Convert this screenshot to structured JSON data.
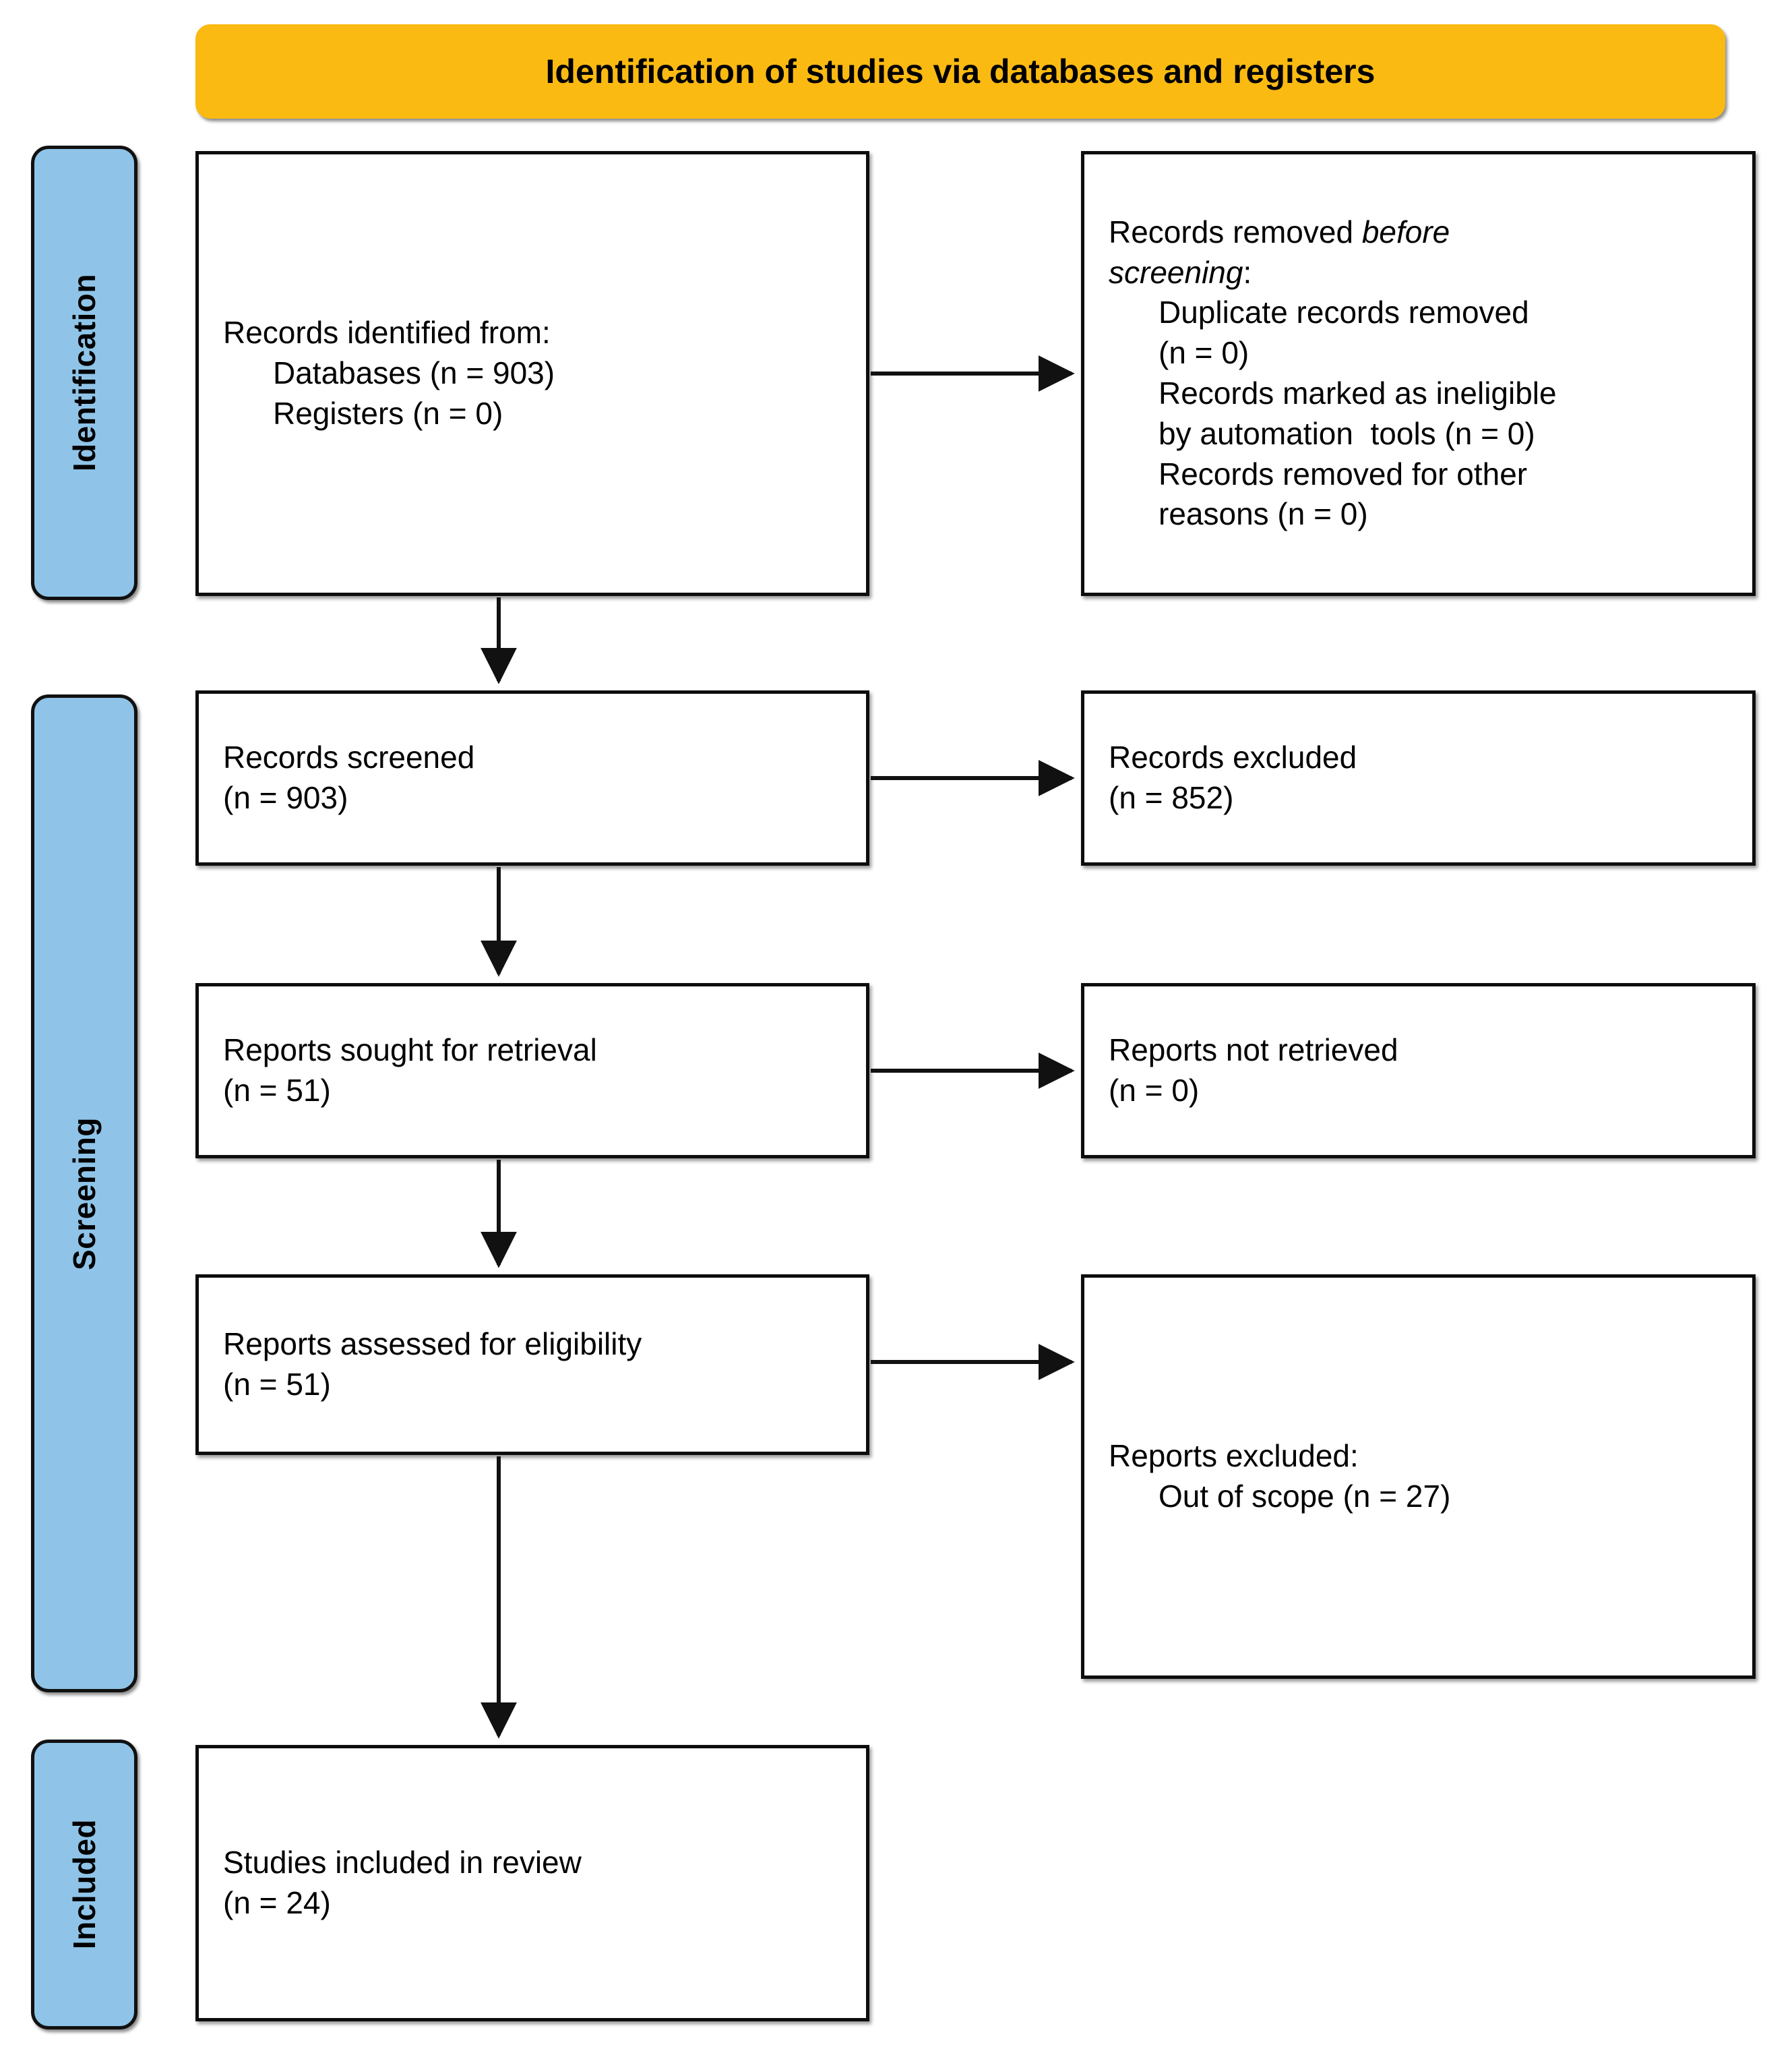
{
  "diagram": {
    "type": "prisma-flow-diagram",
    "title": "Identification of studies via databases and registers",
    "colors": {
      "banner": "#FBBA12",
      "stage_label": "#8FC4E8",
      "box_border": "#0D0D0D",
      "box_fill": "#FFFFFF",
      "text": "#000000"
    },
    "stages": [
      {
        "id": "identification",
        "label": "Identification"
      },
      {
        "id": "screening",
        "label": "Screening"
      },
      {
        "id": "included",
        "label": "Included"
      }
    ],
    "boxes": {
      "identified": {
        "lines": [
          "Records identified from:",
          "Databases (n = 903)",
          "Registers (n = 0)"
        ]
      },
      "removed": {
        "line1_prefix": "Records removed ",
        "line1_italic": "before",
        "line2_italic": "screening",
        "line2_suffix": ":",
        "lines": [
          "Duplicate records removed",
          "(n = 0)",
          "Records marked as ineligible",
          "by automation  tools (n = 0)",
          "Records removed for other",
          "reasons (n = 0)"
        ]
      },
      "screened": {
        "lines": [
          "Records screened",
          "(n = 903)"
        ]
      },
      "excluded": {
        "lines": [
          "Records excluded",
          "(n = 852)"
        ]
      },
      "sought": {
        "lines": [
          "Reports sought for retrieval",
          "(n = 51)"
        ]
      },
      "not_retrieved": {
        "lines": [
          "Reports not retrieved",
          "(n = 0)"
        ]
      },
      "assessed": {
        "lines": [
          "Reports assessed for eligibility",
          "(n = 51)"
        ]
      },
      "reports_excluded": {
        "lines": [
          "Reports excluded:",
          "Out of scope (n = 27)"
        ]
      },
      "included": {
        "lines": [
          "Studies included in review",
          "(n = 24)"
        ]
      }
    },
    "counts": {
      "databases": 903,
      "registers": 0,
      "duplicates_removed": 0,
      "ineligible_by_automation": 0,
      "removed_other_reasons": 0,
      "records_screened": 903,
      "records_excluded": 852,
      "reports_sought": 51,
      "reports_not_retrieved": 0,
      "reports_assessed": 51,
      "reports_excluded_out_of_scope": 27,
      "studies_included": 24
    }
  }
}
